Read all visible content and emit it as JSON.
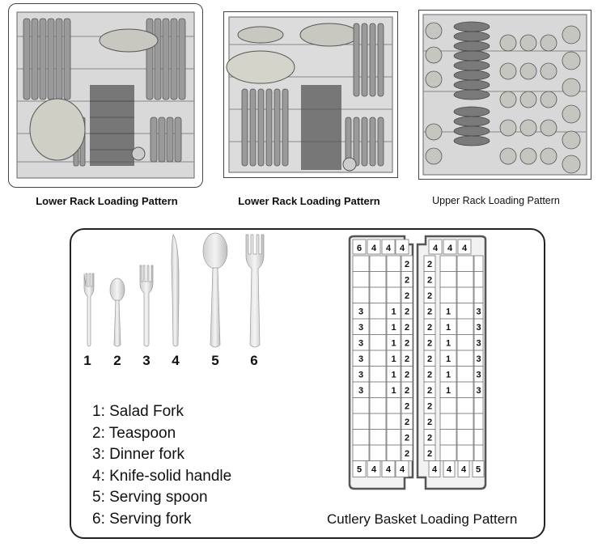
{
  "racks": [
    {
      "caption": "Lower Rack Loading Pattern"
    },
    {
      "caption": "Lower Rack Loading Pattern"
    },
    {
      "caption": "Upper Rack Loading Pattern"
    }
  ],
  "utensils": [
    {
      "number": "1",
      "icon": "salad-fork-icon"
    },
    {
      "number": "2",
      "icon": "teaspoon-icon"
    },
    {
      "number": "3",
      "icon": "dinner-fork-icon"
    },
    {
      "number": "4",
      "icon": "knife-icon"
    },
    {
      "number": "5",
      "icon": "serving-spoon-icon"
    },
    {
      "number": "6",
      "icon": "serving-fork-icon"
    }
  ],
  "legend": [
    "1: Salad Fork",
    "2: Teaspoon",
    "3: Dinner fork",
    "4: Knife-solid handle",
    "5: Serving spoon",
    "6: Serving fork"
  ],
  "basket": {
    "caption": "Cutlery Basket Loading Pattern",
    "top_row_left": [
      "6",
      "4",
      "4",
      "4"
    ],
    "top_row_right": [
      "4",
      "4",
      "4"
    ],
    "bottom_row_left": [
      "5",
      "4",
      "4",
      "4"
    ],
    "bottom_row_right": [
      "4",
      "4",
      "4",
      "5"
    ],
    "middle_rows": [
      [
        "",
        "",
        "",
        "2",
        "2",
        "",
        "",
        ""
      ],
      [
        "",
        "",
        "",
        "2",
        "2",
        "",
        "",
        ""
      ],
      [
        "",
        "",
        "",
        "2",
        "2",
        "",
        "",
        ""
      ],
      [
        "3",
        "",
        "1",
        "2",
        "2",
        "1",
        "",
        "3"
      ],
      [
        "3",
        "",
        "1",
        "2",
        "2",
        "1",
        "",
        "3"
      ],
      [
        "3",
        "",
        "1",
        "2",
        "2",
        "1",
        "",
        "3"
      ],
      [
        "3",
        "",
        "1",
        "2",
        "2",
        "1",
        "",
        "3"
      ],
      [
        "3",
        "",
        "1",
        "2",
        "2",
        "1",
        "",
        "3"
      ],
      [
        "3",
        "",
        "1",
        "2",
        "2",
        "1",
        "",
        "3"
      ],
      [
        "",
        "",
        "",
        "2",
        "2",
        "",
        "",
        ""
      ],
      [
        "",
        "",
        "",
        "2",
        "2",
        "",
        "",
        ""
      ],
      [
        "",
        "",
        "",
        "2",
        "2",
        "",
        "",
        ""
      ],
      [
        "",
        "",
        "",
        "2",
        "2",
        "",
        "",
        ""
      ]
    ]
  }
}
